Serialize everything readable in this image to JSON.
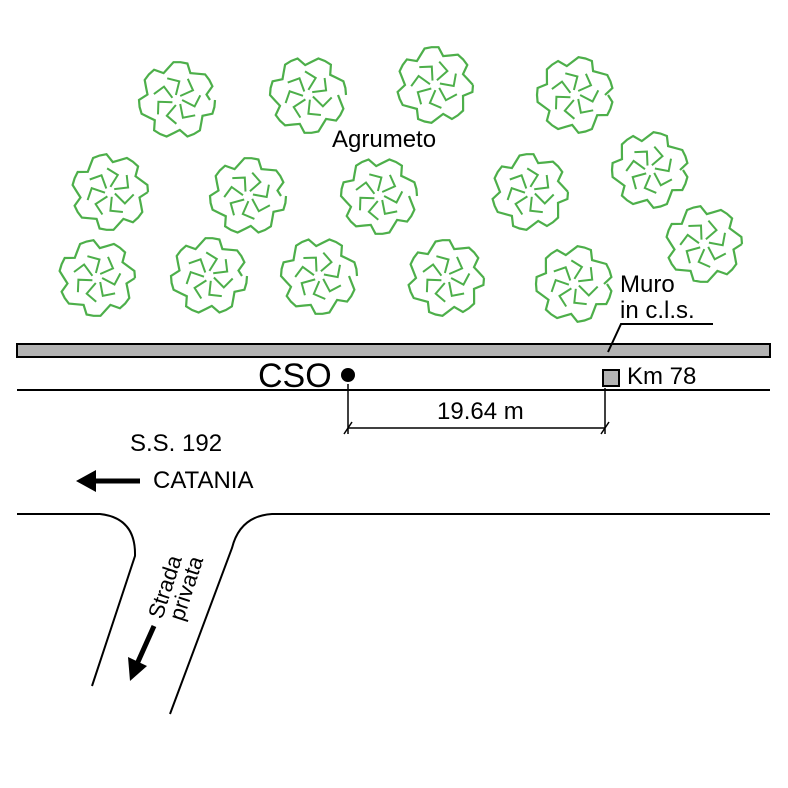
{
  "labels": {
    "orchard": "Agrumeto",
    "wall_line1": "Muro",
    "wall_line2": "in c.l.s.",
    "station": "CSO",
    "km_marker": "Km 78",
    "distance": "19.64 m",
    "road_name": "S.S. 192",
    "direction": "CATANIA",
    "private_line1": "Strada",
    "private_line2": "privata"
  },
  "colors": {
    "tree_outline": "#4daf4a",
    "wall_fill": "#b3b3b3",
    "km_marker_fill": "#b3b3b3",
    "ink": "#000000"
  },
  "icons": {
    "tree": "tree-icon",
    "station": "station-dot-icon",
    "km_marker": "square-marker-icon",
    "direction_arrow": "arrow-left-icon",
    "private_arrow": "arrow-down-left-icon"
  }
}
